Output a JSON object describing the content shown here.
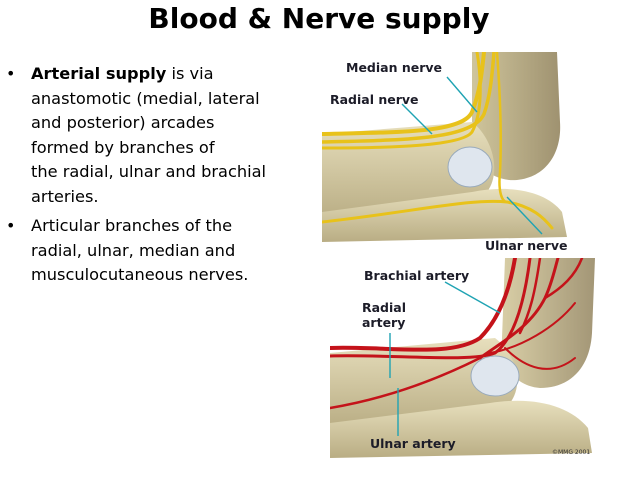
{
  "slide": {
    "title": "Blood & Nerve supply",
    "bullets": [
      {
        "bold": "Arterial supply",
        "lines": [
          " is via",
          "anastomotic (medial, lateral",
          "and posterior) arcades",
          "formed by branches of",
          "the radial, ulnar and brachial",
          "arteries."
        ]
      },
      {
        "bold": "",
        "lines": [
          "Articular branches of the",
          "radial, ulnar, median and",
          "musculocutaneous nerves."
        ]
      }
    ]
  },
  "nerve_figure": {
    "labels": {
      "median": "Median nerve",
      "radial": "Radial nerve",
      "ulnar": "Ulnar nerve"
    },
    "colors": {
      "nerve": "#e8c21a",
      "bone": "#d9cfa8"
    }
  },
  "artery_figure": {
    "labels": {
      "brachial": "Brachial artery",
      "radial_1": "Radial",
      "radial_2": "artery",
      "ulnar": "Ulnar artery",
      "copyright": "©MMG 2001"
    },
    "colors": {
      "artery": "#c4131a",
      "bone": "#d9cfa8"
    }
  }
}
